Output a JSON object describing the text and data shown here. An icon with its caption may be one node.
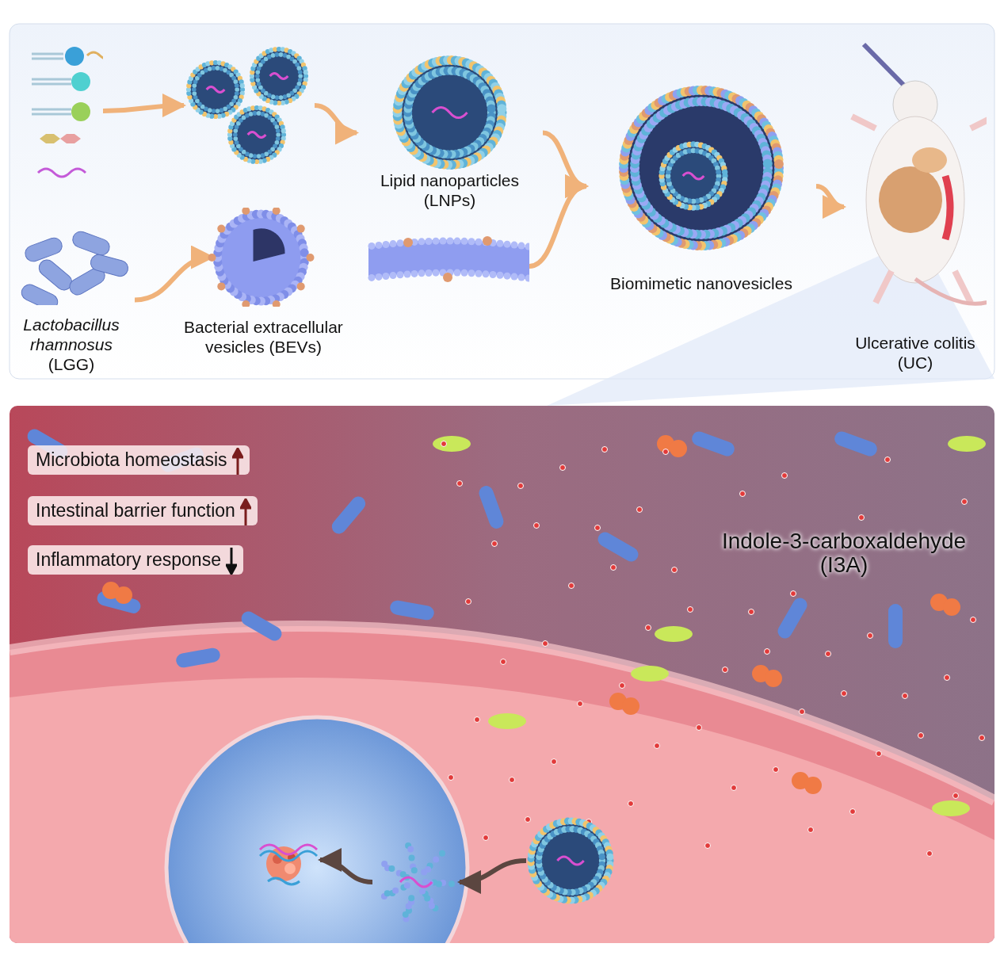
{
  "diagram": {
    "nodes": [
      {
        "text": [],
        "shape": "picture"
      },
      {
        "text": [],
        "shape": "picture"
      },
      {
        "text": [
          "Lipid nanoparticles (LNPs)"
        ]
      },
      {
        "text": [
          "*Lactobacillus rhamnosus* (LGG)"
        ]
      },
      {
        "text": [
          "Bacterial extracellular vesicles (BEVs)"
        ]
      },
      {
        "text": [],
        "shape": "picture"
      },
      {
        "text": [
          "Biomimetic nanovesicles"
        ]
      },
      {
        "text": [
          "Ulcerative colitis (UC)"
        ]
      },
      {
        "text": [],
        "shape": "picture"
      },
      {
        "text": [],
        "shape": "picture"
      },
      {
        "text": [],
        "shape": "picture"
      }
    ],
    "edges": [
      {
        "from": 0,
        "to": 1,
        "arrow": "to"
      },
      {
        "from": 1,
        "to": 2,
        "arrow": "to"
      },
      {
        "from": 3,
        "to": 4,
        "arrow": "to"
      },
      {
        "from": 2,
        "to": 6,
        "arrow": "to"
      },
      {
        "from": 5,
        "to": 6,
        "arrow": "to"
      },
      {
        "from": 6,
        "to": 7,
        "arrow": "to"
      },
      {
        "from": 8,
        "to": 9,
        "arrow": "to",
        "color": "#5b4640"
      },
      {
        "from": 9,
        "to": 10,
        "arrow": "to",
        "color": "#5b4640"
      }
    ],
    "labels": [
      "Microbiota homeostasis",
      "Intestinal barrier function",
      "Inflammatory response",
      "Indole-3-carboxaldehyde (I3A)"
    ]
  }
}
